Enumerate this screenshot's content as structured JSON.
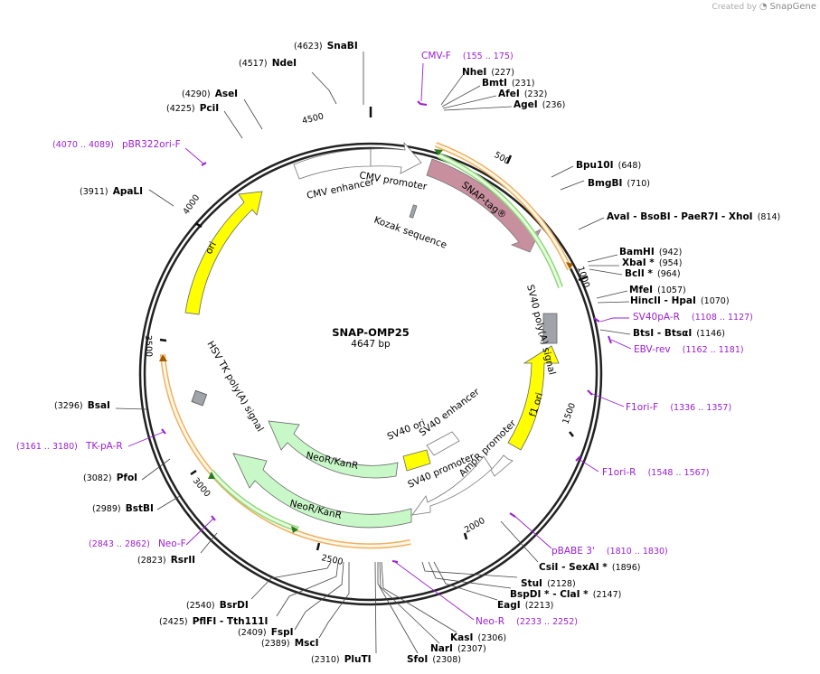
{
  "credit": {
    "prefix": "Created by",
    "brand": "SnapGene"
  },
  "plasmid": {
    "name": "SNAP-OMP25",
    "length_label": "4647 bp",
    "length": 4647
  },
  "ticks": [
    "500",
    "1000",
    "1500",
    "2000",
    "2500",
    "3000",
    "3500",
    "4000",
    "4500"
  ],
  "enzyme_labels": [
    {
      "pos": "(4623)",
      "name": "SnaBI"
    },
    {
      "pos": "(4517)",
      "name": "NdeI"
    },
    {
      "pos": "(4290)",
      "name": "AseI"
    },
    {
      "pos": "(4225)",
      "name": "PciI"
    },
    {
      "pos": "(3911)",
      "name": "ApaLI"
    },
    {
      "pos": "(3296)",
      "name": "BsaI"
    },
    {
      "pos": "(3082)",
      "name": "PfoI"
    },
    {
      "pos": "(2989)",
      "name": "BstBI"
    },
    {
      "pos": "(2823)",
      "name": "RsrII"
    },
    {
      "pos": "(2540)",
      "name": "BsrDI"
    },
    {
      "pos": "(2425)",
      "name": "PflFI - Tth111I"
    },
    {
      "pos": "(2409)",
      "name": "FspI"
    },
    {
      "pos": "(2389)",
      "name": "MscI"
    },
    {
      "pos": "(2310)",
      "name": "PluTI"
    },
    {
      "name": "NheI",
      "pos": "(227)"
    },
    {
      "name": "BmtI",
      "pos": "(231)"
    },
    {
      "name": "AfeI",
      "pos": "(232)"
    },
    {
      "name": "AgeI",
      "pos": "(236)"
    },
    {
      "name": "Bpu10I",
      "pos": "(648)"
    },
    {
      "name": "BmgBI",
      "pos": "(710)"
    },
    {
      "name": "AvaI - BsoBI - PaeR7I - XhoI",
      "pos": "(814)"
    },
    {
      "name": "BamHI",
      "pos": "(942)"
    },
    {
      "name": "XbaI *",
      "pos": "(954)"
    },
    {
      "name": "BclI *",
      "pos": "(964)"
    },
    {
      "name": "MfeI",
      "pos": "(1057)"
    },
    {
      "name": "HincII - HpaI",
      "pos": "(1070)"
    },
    {
      "name": "BtsI - BtsαI",
      "pos": "(1146)"
    },
    {
      "name": "CsiI - SexAI *",
      "pos": "(1896)"
    },
    {
      "name": "StuI",
      "pos": "(2128)"
    },
    {
      "name": "BspDI * - ClaI *",
      "pos": "(2147)"
    },
    {
      "name": "EagI",
      "pos": "(2213)"
    },
    {
      "name": "KasI",
      "pos": "(2306)"
    },
    {
      "name": "NarI",
      "pos": "(2307)"
    },
    {
      "name": "SfoI",
      "pos": "(2308)"
    }
  ],
  "primers": [
    {
      "name": "CMV-F",
      "range": "(155 .. 175)"
    },
    {
      "name": "SV40pA-R",
      "range": "(1108 .. 1127)"
    },
    {
      "name": "EBV-rev",
      "range": "(1162 .. 1181)"
    },
    {
      "name": "F1ori-F",
      "range": "(1336 .. 1357)"
    },
    {
      "name": "F1ori-R",
      "range": "(1548 .. 1567)"
    },
    {
      "name": "pBABE 3'",
      "range": "(1810 .. 1830)"
    },
    {
      "name": "Neo-R",
      "range": "(2233 .. 2252)"
    },
    {
      "range": "(2843 .. 2862)",
      "name": "Neo-F"
    },
    {
      "range": "(3161 .. 3180)",
      "name": "TK-pA-R"
    },
    {
      "range": "(4070 .. 4089)",
      "name": "pBR322ori-F"
    }
  ],
  "features": {
    "cmv_promoter": "CMV promoter",
    "cmv_enhancer": "CMV enhancer",
    "snap_tag": "SNAP-tag®",
    "kozak": "Kozak sequence",
    "sv40_polya": "SV40 poly(A) signal",
    "f1_ori": "f1 ori",
    "ampr_promoter": "AmpR promoter",
    "sv40_promoter": "SV40 promoter",
    "sv40_enhancer": "SV40 enhancer",
    "sv40_ori": "SV40 ori",
    "neo_inner": "NeoR/KanR",
    "neo_outer": "NeoR/KanR",
    "hsv_tk": "HSV TK poly(A) signal",
    "ori": "ori"
  },
  "colors": {
    "backbone": "#222222",
    "primer": "#9a1fd0",
    "ori": "#ffff00",
    "neo": "#c8f7c8",
    "snap": "#c8909e",
    "polya": "#a0a4a8",
    "orf_outline": "#f0b060",
    "orf_green": "#8fd67a"
  }
}
